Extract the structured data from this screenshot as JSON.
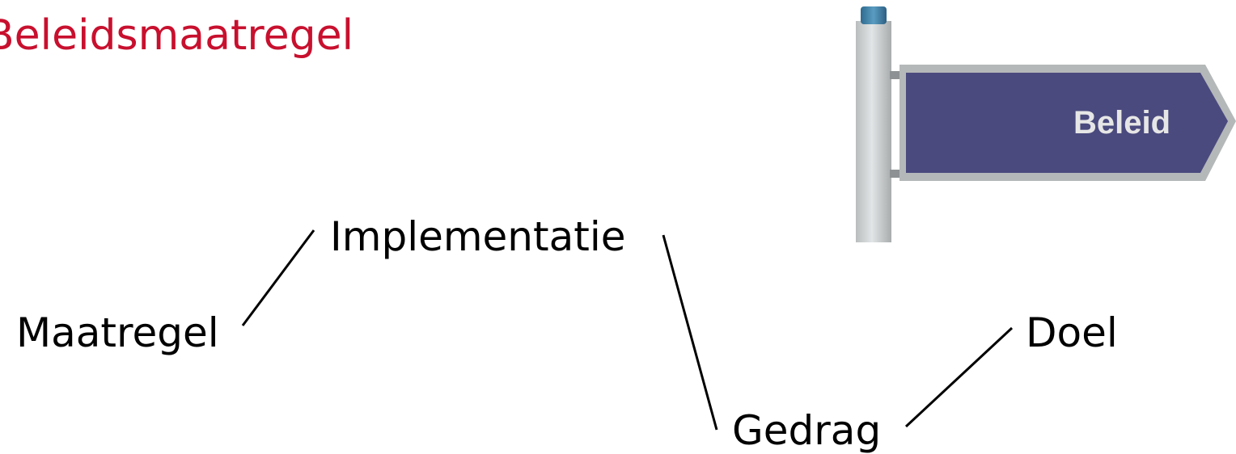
{
  "title": "Beleidsmaatregel",
  "sign": {
    "label": "Beleid",
    "panel_color": "#4b4a7e",
    "post_color": "#cfd3d4",
    "cap_color": "#3f7fa6"
  },
  "diagram": {
    "nodes": {
      "maatregel": "Maatregel",
      "implementatie": "Implementatie",
      "gedrag": "Gedrag",
      "doel": "Doel"
    }
  },
  "colors": {
    "title": "#c8102e",
    "text": "#000000"
  }
}
